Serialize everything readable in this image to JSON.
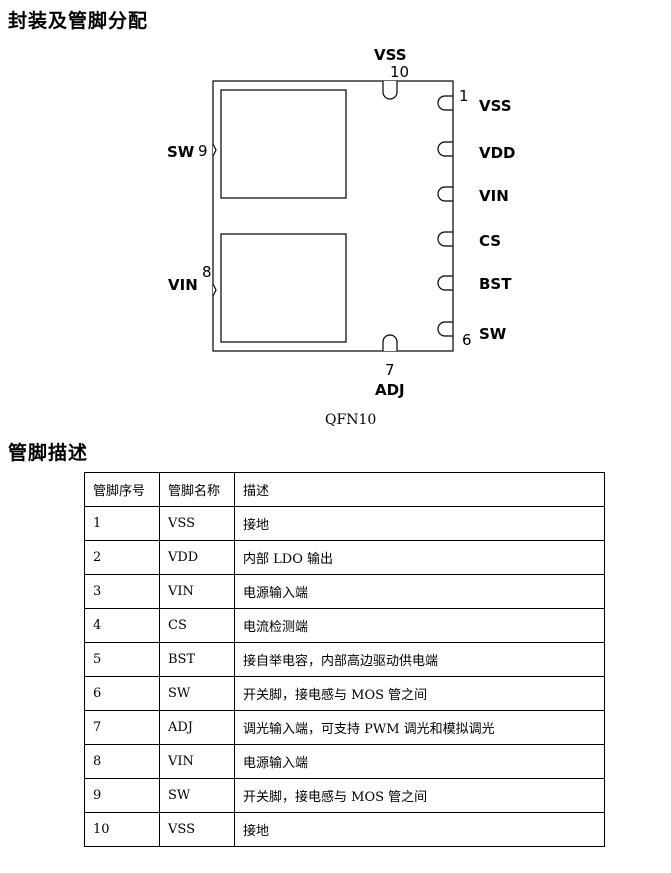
{
  "headings": {
    "package": "封装及管脚分配",
    "pins": "管脚描述"
  },
  "diagram": {
    "package_name": "QFN10",
    "pins": [
      {
        "num": "1",
        "name": "VSS"
      },
      {
        "num": "",
        "name": "VDD"
      },
      {
        "num": "",
        "name": "VIN"
      },
      {
        "num": "",
        "name": "CS"
      },
      {
        "num": "",
        "name": "BST"
      },
      {
        "num": "6",
        "name": "SW"
      },
      {
        "num": "7",
        "name": "ADJ"
      },
      {
        "num": "8",
        "name": "VIN"
      },
      {
        "num": "9",
        "name": "SW"
      },
      {
        "num": "10",
        "name": "VSS"
      }
    ]
  },
  "table": {
    "headers": [
      "管脚序号",
      "管脚名称",
      "描述"
    ],
    "rows": [
      [
        "1",
        "VSS",
        "接地"
      ],
      [
        "2",
        "VDD",
        "内部 LDO 输出"
      ],
      [
        "3",
        "VIN",
        "电源输入端"
      ],
      [
        "4",
        "CS",
        "电流检测端"
      ],
      [
        "5",
        "BST",
        "接自举电容，内部高边驱动供电端"
      ],
      [
        "6",
        "SW",
        "开关脚，接电感与 MOS 管之间"
      ],
      [
        "7",
        "ADJ",
        "调光输入端，可支持 PWM 调光和模拟调光"
      ],
      [
        "8",
        "VIN",
        "电源输入端"
      ],
      [
        "9",
        "SW",
        "开关脚，接电感与 MOS 管之间"
      ],
      [
        "10",
        "VSS",
        "接地"
      ]
    ]
  }
}
